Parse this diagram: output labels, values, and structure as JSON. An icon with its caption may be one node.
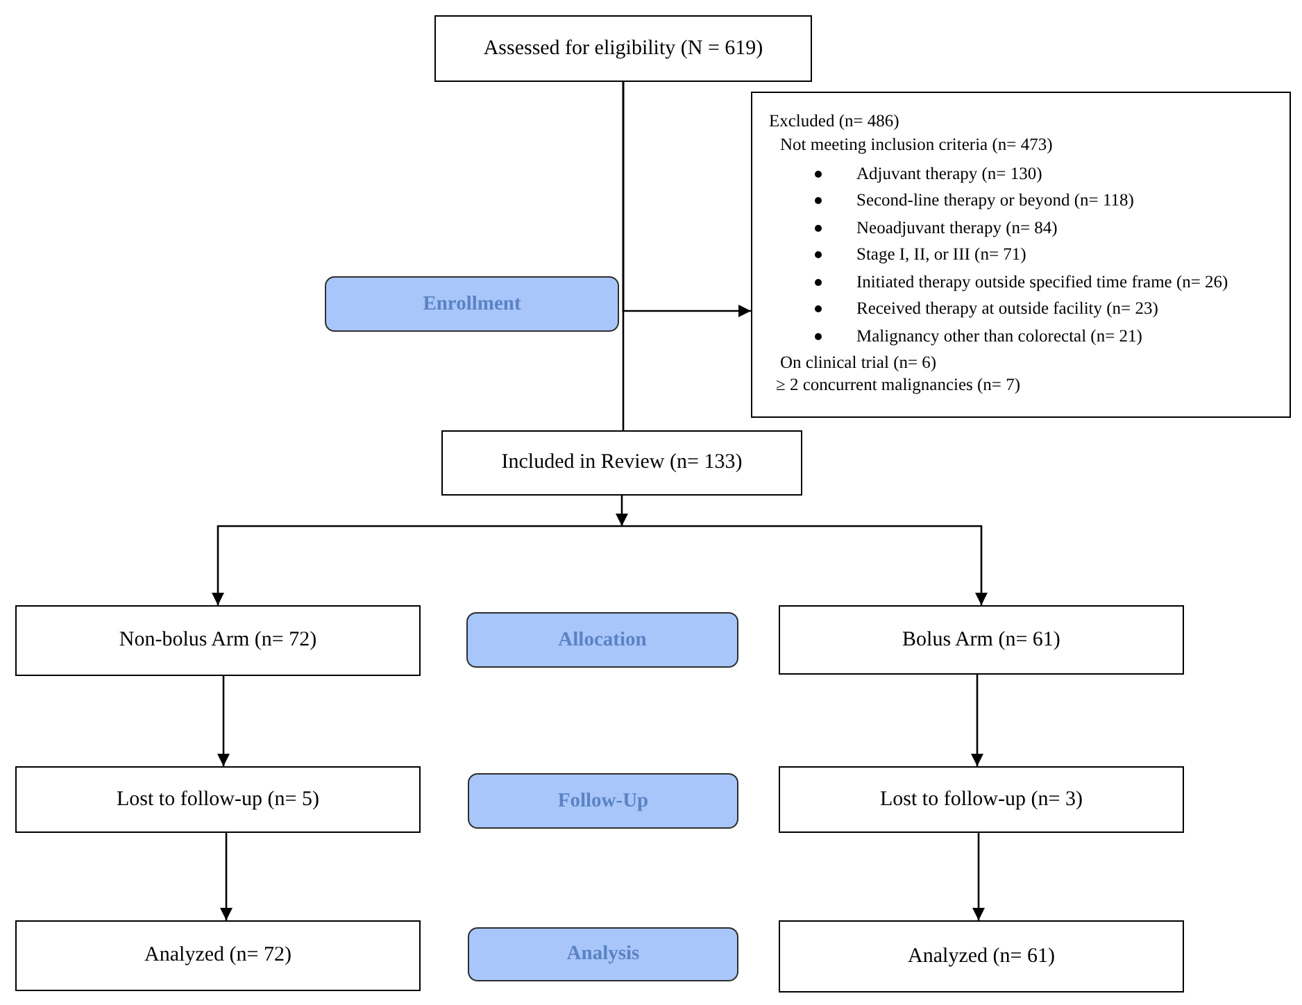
{
  "diagram": {
    "nodes": [
      {
        "text": [
          "Assessed for eligibility (N = 619)"
        ]
      },
      {
        "text": [
          "Excluded (n= 486)",
          "Not meeting inclusion criteria (n= 473)",
          "Adjuvant therapy (n= 130)",
          "Second-line therapy or beyond (n= 118)",
          "Neoadjuvant therapy (n= 84)",
          "Stage I, II, or III (n= 71)",
          "Initiated therapy outside specified time frame (n= 26)",
          "Received therapy at outside facility (n= 23)",
          "Malignancy other than colorectal (n= 21)",
          "On clinical trial (n= 6)",
          "≥ 2 concurrent malignancies (n= 7)"
        ]
      },
      {
        "text": [
          "Enrollment"
        ]
      },
      {
        "text": [
          "Included in Review (n= 133)"
        ]
      },
      {
        "text": [
          "Non-bolus Arm (n= 72)"
        ]
      },
      {
        "text": [
          "Allocation"
        ]
      },
      {
        "text": [
          "Bolus Arm (n= 61)"
        ]
      },
      {
        "text": [
          "Lost to follow-up (n= 5)"
        ]
      },
      {
        "text": [
          "Follow-Up"
        ]
      },
      {
        "text": [
          "Lost to follow-up (n= 3)"
        ]
      },
      {
        "text": [
          "Analyzed (n= 72)"
        ]
      },
      {
        "text": [
          "Analysis"
        ]
      },
      {
        "text": [
          "Analyzed (n= 61)"
        ]
      }
    ],
    "edges": [
      {
        "from": 0,
        "to": 3,
        "arrow": "none"
      },
      {
        "from": 0,
        "to": 1,
        "arrow": "to"
      },
      {
        "from": 3,
        "to": 4,
        "arrow": "to"
      },
      {
        "from": 3,
        "to": 6,
        "arrow": "to"
      },
      {
        "from": 4,
        "to": 7,
        "arrow": "to"
      },
      {
        "from": 6,
        "to": 9,
        "arrow": "to"
      },
      {
        "from": 7,
        "to": 10,
        "arrow": "to"
      },
      {
        "from": 9,
        "to": 12,
        "arrow": "to"
      }
    ]
  }
}
